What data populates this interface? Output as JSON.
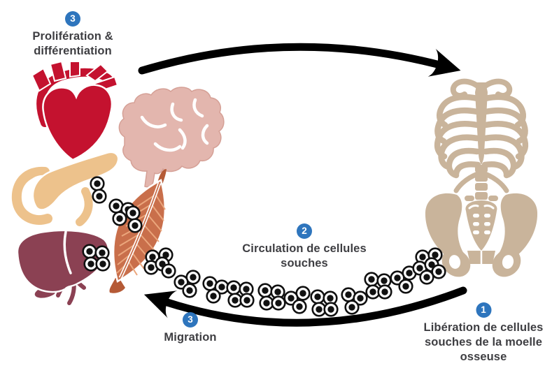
{
  "labels": {
    "proliferation": {
      "badge": "3",
      "text": "Prolifération & différentiation"
    },
    "circulation": {
      "badge": "2",
      "text": "Circulation de cellules souches"
    },
    "liberation": {
      "badge": "1",
      "text": "Libération de cellules souches de la moelle osseuse"
    },
    "migration": {
      "badge": "3",
      "text": "Migration"
    }
  },
  "colors": {
    "badge": "#2E75BD",
    "text": "#3E3E42",
    "arrow": "#000000",
    "heart": "#C4122F",
    "brain": "#E3B6AE",
    "brain_outline": "#D5A096",
    "pancreas": "#EDC28C",
    "pancreas_outline": "#DFAC70",
    "muscle": "#C96F4B",
    "muscle_tendon": "#B55A36",
    "muscle_striation": "#EBA67C",
    "liver": "#8B4153",
    "bone": "#C9B49B",
    "cell_fill": "#FFFFFF",
    "cell_outline": "#111111"
  },
  "icons": {
    "organs": [
      "heart-icon",
      "brain-icon",
      "pancreas-icon",
      "muscle-icon",
      "liver-icon",
      "skeleton-icon"
    ],
    "cells": "stem-cell-cluster",
    "arrows": [
      "arrow-top",
      "arrow-bottom"
    ]
  }
}
